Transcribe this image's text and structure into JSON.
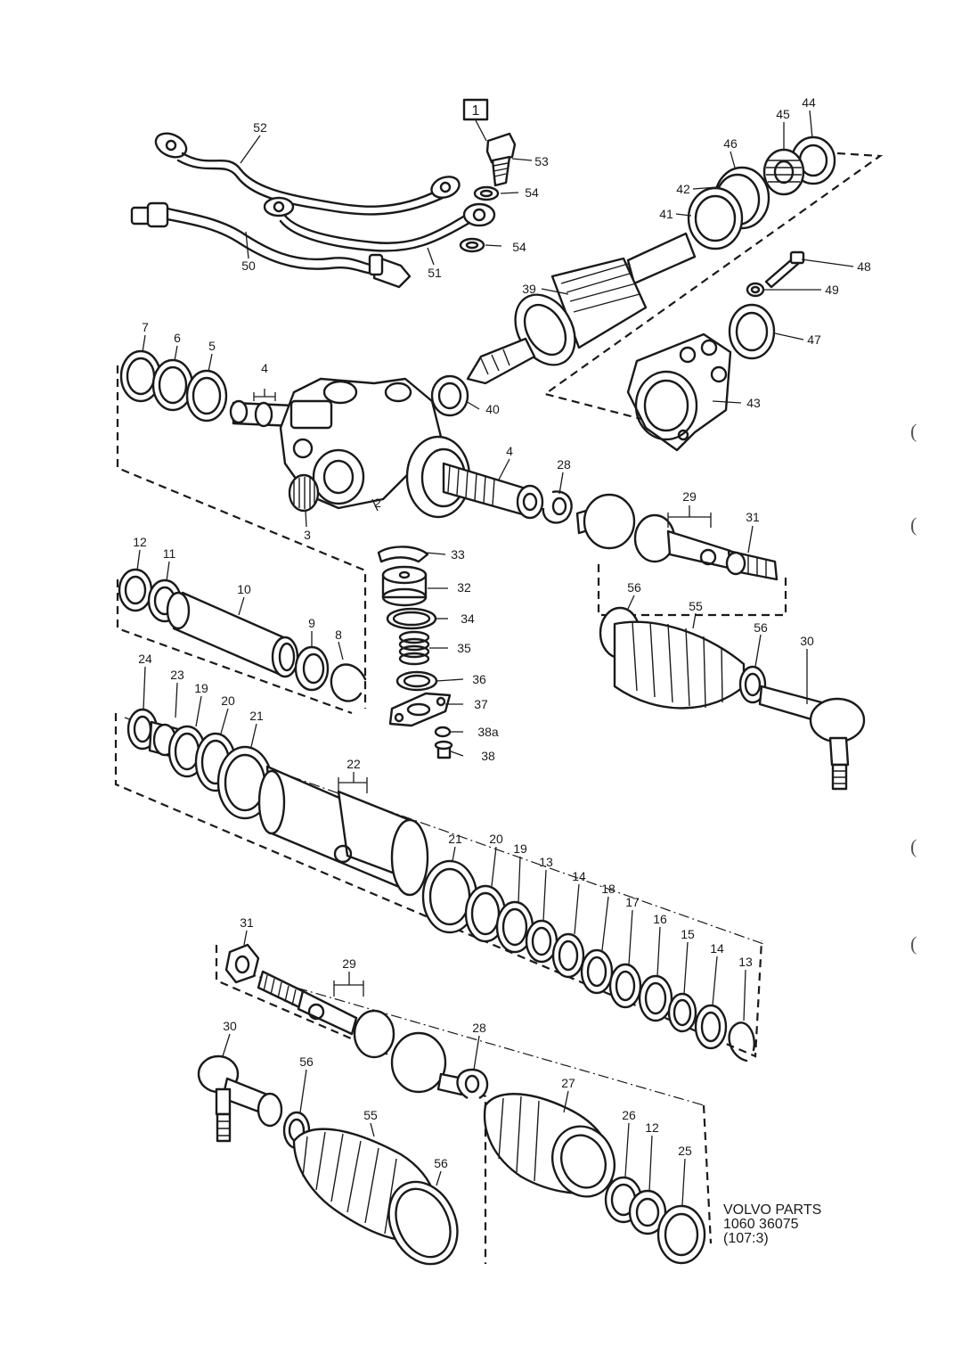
{
  "reference_box": "1",
  "footer": {
    "line1": "VOLVO PARTS",
    "line2": "1060 36075",
    "line3": "(107:3)"
  },
  "margin_marks": [
    "(",
    "(",
    "(",
    "("
  ],
  "callouts": {
    "c52": "52",
    "c53": "53",
    "c54a": "54",
    "c54b": "54",
    "c50": "50",
    "c51": "51",
    "c44": "44",
    "c45": "45",
    "c46": "46",
    "c42": "42",
    "c41": "41",
    "c48": "48",
    "c49": "49",
    "c47": "47",
    "c39": "39",
    "c43": "43",
    "c40": "40",
    "c7": "7",
    "c6": "6",
    "c5": "5",
    "c4a": "4",
    "c4b": "4",
    "c3": "3",
    "c2": "2",
    "c28a": "28",
    "c29a": "29",
    "c31a": "31",
    "c33": "33",
    "c32": "32",
    "c34": "34",
    "c35": "35",
    "c36": "36",
    "c37": "37",
    "c38a": "38a",
    "c38": "38",
    "c12a": "12",
    "c11": "11",
    "c10": "10",
    "c9": "9",
    "c8": "8",
    "c56a": "56",
    "c55a": "55",
    "c56b": "56",
    "c30a": "30",
    "c24": "24",
    "c23": "23",
    "c19a": "19",
    "c20a": "20",
    "c21a": "21",
    "c22": "22",
    "c21b": "21",
    "c20b": "20",
    "c19b": "19",
    "c13a": "13",
    "c14a": "14",
    "c18": "18",
    "c17": "17",
    "c16": "16",
    "c15": "15",
    "c14b": "14",
    "c13b": "13",
    "c31b": "31",
    "c29b": "29",
    "c30b": "30",
    "c56c": "56",
    "c55b": "55",
    "c56d": "56",
    "c28b": "28",
    "c27": "27",
    "c26": "26",
    "c12b": "12",
    "c25": "25"
  }
}
